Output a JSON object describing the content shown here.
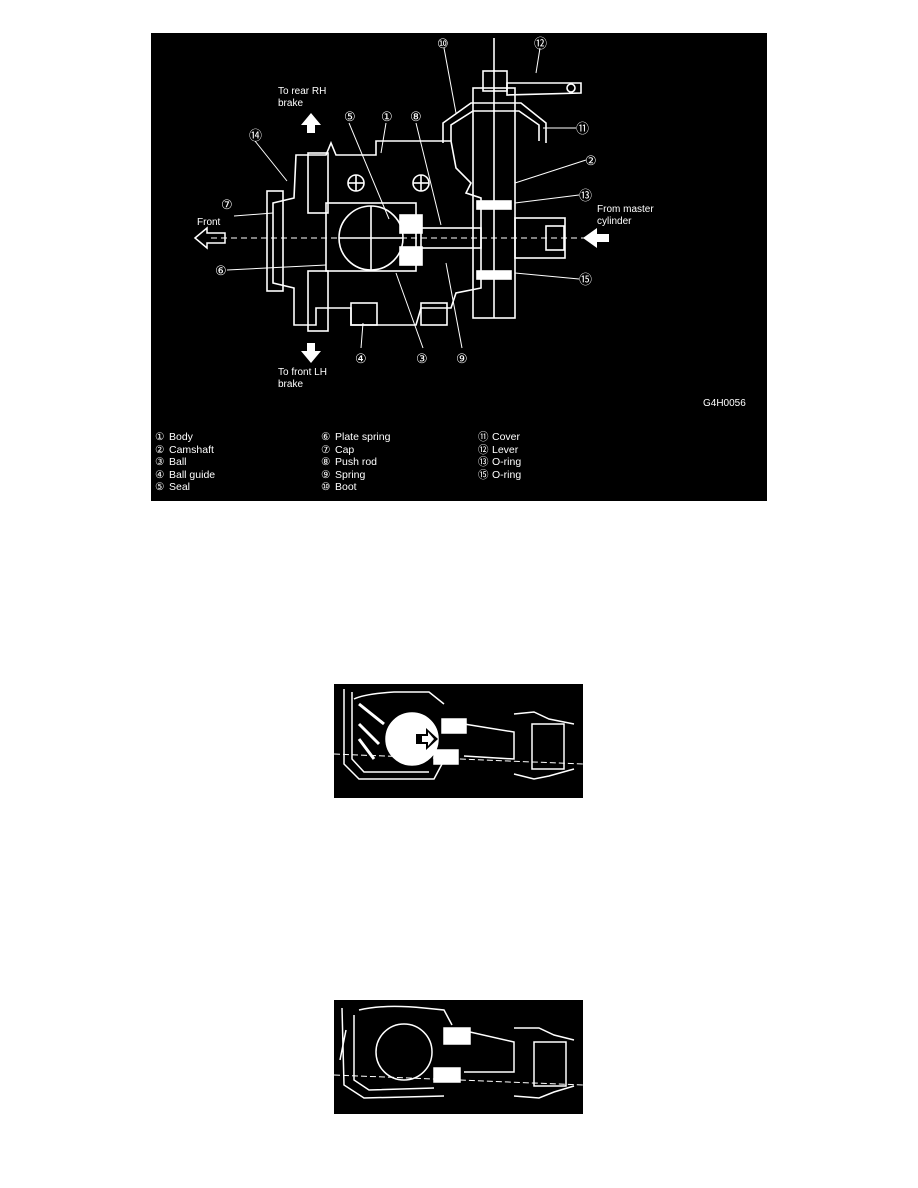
{
  "diagram": {
    "code": "G4H0056",
    "labels": {
      "to_rear": [
        "To rear RH",
        "brake"
      ],
      "to_front": [
        "To front LH",
        "brake"
      ],
      "front": "Front",
      "from_master": [
        "From master",
        "cylinder"
      ]
    },
    "callouts": [
      "①",
      "②",
      "③",
      "④",
      "⑤",
      "⑥",
      "⑦",
      "⑧",
      "⑨",
      "⑩",
      "⑪",
      "⑫",
      "⑬",
      "⑭",
      "⑮"
    ],
    "legend": [
      [
        {
          "num": "①",
          "label": "Body"
        },
        {
          "num": "②",
          "label": "Camshaft"
        },
        {
          "num": "③",
          "label": "Ball"
        },
        {
          "num": "④",
          "label": "Ball guide"
        },
        {
          "num": "⑤",
          "label": "Seal"
        }
      ],
      [
        {
          "num": "⑥",
          "label": "Plate spring"
        },
        {
          "num": "⑦",
          "label": "Cap"
        },
        {
          "num": "⑧",
          "label": "Push rod"
        },
        {
          "num": "⑨",
          "label": "Spring"
        },
        {
          "num": "⑩",
          "label": "Boot"
        }
      ],
      [
        {
          "num": "⑪",
          "label": "Cover"
        },
        {
          "num": "⑫",
          "label": "Lever"
        },
        {
          "num": "⑬",
          "label": "O-ring"
        },
        {
          "num": "⑮",
          "label": "O-ring"
        }
      ]
    ]
  }
}
